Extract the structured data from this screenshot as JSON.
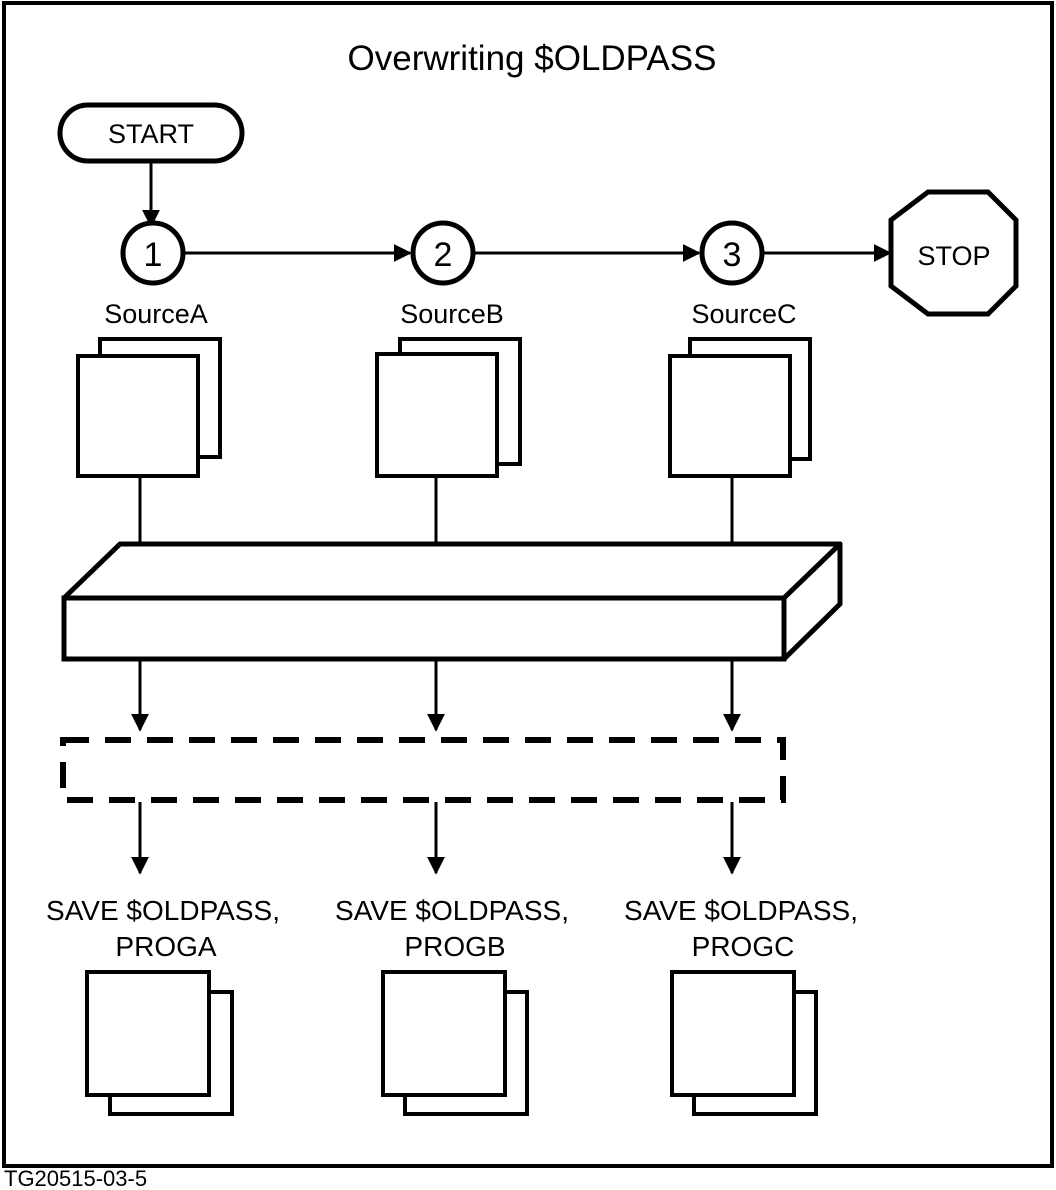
{
  "title": "Overwriting $OLDPASS",
  "start_label": "START",
  "stop_label": "STOP",
  "steps": [
    {
      "number": "1",
      "source": "SourceA",
      "save_line1": "SAVE $OLDPASS,",
      "save_line2": "PROGA"
    },
    {
      "number": "2",
      "source": "SourceB",
      "save_line1": "SAVE $OLDPASS,",
      "save_line2": "PROGB"
    },
    {
      "number": "3",
      "source": "SourceC",
      "save_line1": "SAVE $OLDPASS,",
      "save_line2": "PROGC"
    }
  ],
  "figure_id": "TG20515-03-5"
}
